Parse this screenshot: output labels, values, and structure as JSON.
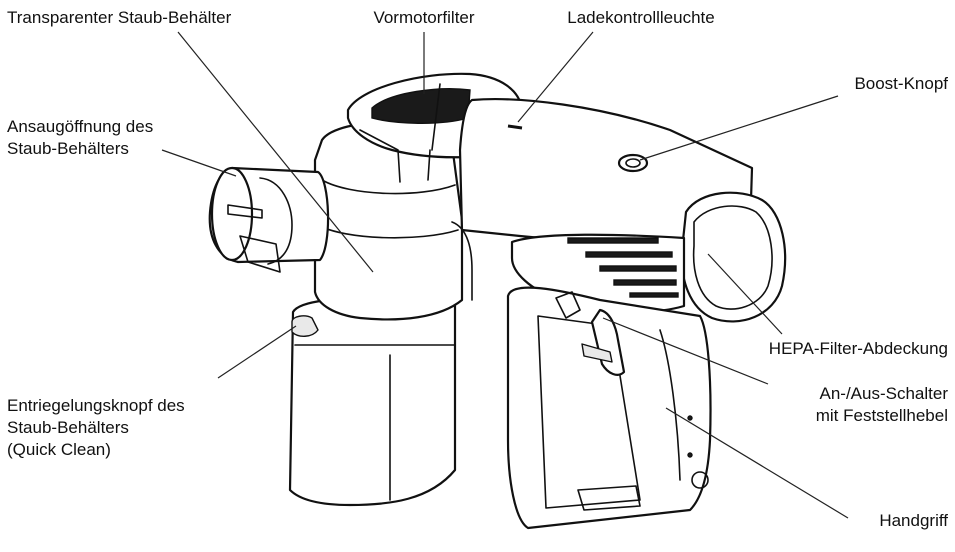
{
  "labels": {
    "dust_container": "Transparenter Staub-Behälter",
    "premotor_filter": "Vormotorfilter",
    "charge_indicator": "Ladekontrollleuchte",
    "boost_button": "Boost-Knopf",
    "intake_line1": "Ansaugöffnung des",
    "intake_line2": "Staub-Behälters",
    "hepa_cover": "HEPA-Filter-Abdeckung",
    "switch_line1": "An-/Aus-Schalter",
    "switch_line2": "mit Feststellhebel",
    "release_line1": "Entriegelungsknopf des",
    "release_line2": "Staub-Behälters",
    "release_line3": "(Quick Clean)",
    "handle": "Handgriff"
  },
  "colors": {
    "line": "#111111",
    "background": "#ffffff"
  }
}
